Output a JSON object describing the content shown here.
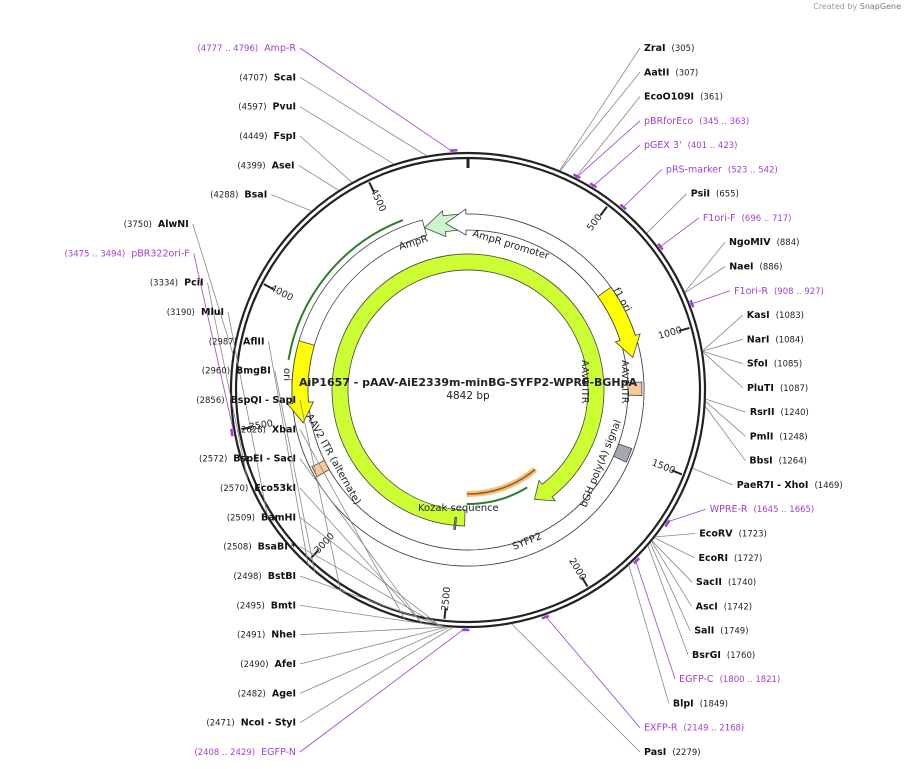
{
  "credit": {
    "prefix": "Created by",
    "brand": "SnapGene"
  },
  "plasmid": {
    "name": "AiP1657 - pAAV-AiE2339m-minBG-SYFP2-WPRE-BGHpA",
    "size": "4842 bp",
    "length": 4842
  },
  "ticks": [
    "500",
    "1000",
    "1500",
    "2000",
    "2500",
    "3000",
    "3500",
    "4000",
    "4500"
  ],
  "features": [
    {
      "name": "AmpR",
      "start": 3780,
      "end": 4640,
      "dir": "ccw",
      "color": "#ccf5cc",
      "type": "arrow"
    },
    {
      "name": "AmpR promoter",
      "start": 4640,
      "end": 4740,
      "dir": "ccw",
      "color": "#ffffff",
      "type": "arrow"
    },
    {
      "name": "f1 ori",
      "start": 730,
      "end": 1060,
      "dir": "cw",
      "color": "#ffff00",
      "type": "arrow"
    },
    {
      "name": "AAV2 ITR",
      "start": 1175,
      "end": 1235,
      "dir": "none",
      "color": "#f9c89b",
      "type": "box"
    },
    {
      "name": "bGH poly(A) signal",
      "start": 1475,
      "end": 1540,
      "dir": "none",
      "color": "#a3a9b0",
      "type": "box"
    },
    {
      "name": "SYFP2",
      "start": 2440,
      "end": 2000,
      "dir": "cw",
      "color": "#ccff33",
      "type": "arrow"
    },
    {
      "name": "ori",
      "start": 3850,
      "end": 3480,
      "dir": "ccw",
      "color": "#ffff00",
      "type": "arrow"
    },
    {
      "name": "AAV2 ITR (alternate)",
      "start": 3230,
      "end": 3280,
      "dir": "none",
      "color": "#f9c89b",
      "type": "box"
    },
    {
      "name": "Kozak sequence",
      "start": 2490,
      "end": 2500,
      "dir": "none",
      "color": "#888888",
      "type": "box"
    }
  ],
  "center_labels": [
    {
      "text": "AAV2 ITR"
    },
    {
      "text": "bGH poly(A) signal"
    },
    {
      "text": "f1 ori"
    },
    {
      "text": "AmpR"
    },
    {
      "text": "AmpR promoter"
    },
    {
      "text": "ori"
    },
    {
      "text": "AAV2 ITR (alternate)"
    },
    {
      "text": "SYFP2"
    },
    {
      "text": "Kozak sequence"
    }
  ],
  "sites": [
    {
      "pos": 4796,
      "label": "Amp-R",
      "coords": "(4777 .. 4796)",
      "kind": "primer"
    },
    {
      "pos": 4707,
      "label": "ScaI",
      "coords": "(4707)",
      "kind": "enzyme"
    },
    {
      "pos": 4597,
      "label": "PvuI",
      "coords": "(4597)",
      "kind": "enzyme"
    },
    {
      "pos": 4449,
      "label": "FspI",
      "coords": "(4449)",
      "kind": "enzyme"
    },
    {
      "pos": 4399,
      "label": "AseI",
      "coords": "(4399)",
      "kind": "enzyme"
    },
    {
      "pos": 4288,
      "label": "BsaI",
      "coords": "(4288)",
      "kind": "enzyme"
    },
    {
      "pos": 3750,
      "label": "AlwNI",
      "coords": "(3750)",
      "kind": "enzyme"
    },
    {
      "pos": 3494,
      "label": "pBR322ori-F",
      "coords": "(3475 .. 3494)",
      "kind": "primer"
    },
    {
      "pos": 3334,
      "label": "PciI",
      "coords": "(3334)",
      "kind": "enzyme"
    },
    {
      "pos": 3190,
      "label": "MluI",
      "coords": "(3190)",
      "kind": "enzyme"
    },
    {
      "pos": 2987,
      "label": "AflII",
      "coords": "(2987)",
      "kind": "enzyme"
    },
    {
      "pos": 2960,
      "label": "BmgBI",
      "coords": "(2960)",
      "kind": "enzyme"
    },
    {
      "pos": 2856,
      "label": "BspQI - SapI",
      "coords": "(2856)",
      "kind": "enzyme"
    },
    {
      "pos": 2628,
      "label": "XbaI",
      "coords": "(2628)",
      "kind": "enzyme"
    },
    {
      "pos": 2572,
      "label": "BspEI - SacI",
      "coords": "(2572)",
      "kind": "enzyme"
    },
    {
      "pos": 2570,
      "label": "Eco53kI",
      "coords": "(2570)",
      "kind": "enzyme"
    },
    {
      "pos": 2509,
      "label": "BamHI",
      "coords": "(2509)",
      "kind": "enzyme"
    },
    {
      "pos": 2508,
      "label": "BsaBI *",
      "coords": "(2508)",
      "kind": "enzyme"
    },
    {
      "pos": 2498,
      "label": "BstBI",
      "coords": "(2498)",
      "kind": "enzyme"
    },
    {
      "pos": 2495,
      "label": "BmtI",
      "coords": "(2495)",
      "kind": "enzyme"
    },
    {
      "pos": 2491,
      "label": "NheI",
      "coords": "(2491)",
      "kind": "enzyme"
    },
    {
      "pos": 2490,
      "label": "AfeI",
      "coords": "(2490)",
      "kind": "enzyme"
    },
    {
      "pos": 2482,
      "label": "AgeI",
      "coords": "(2482)",
      "kind": "enzyme"
    },
    {
      "pos": 2471,
      "label": "NcoI - StyI",
      "coords": "(2471)",
      "kind": "enzyme"
    },
    {
      "pos": 2429,
      "label": "EGFP-N",
      "coords": "(2408 .. 2429)",
      "kind": "primer"
    },
    {
      "pos": 2279,
      "label": "PasI",
      "coords": "(2279)",
      "kind": "enzyme"
    },
    {
      "pos": 2168,
      "label": "EXFP-R",
      "coords": "(2149 .. 2168)",
      "kind": "primer"
    },
    {
      "pos": 1849,
      "label": "BlpI",
      "coords": "(1849)",
      "kind": "enzyme"
    },
    {
      "pos": 1821,
      "label": "EGFP-C",
      "coords": "(1800 .. 1821)",
      "kind": "primer"
    },
    {
      "pos": 1760,
      "label": "BsrGI",
      "coords": "(1760)",
      "kind": "enzyme"
    },
    {
      "pos": 1749,
      "label": "SalI",
      "coords": "(1749)",
      "kind": "enzyme"
    },
    {
      "pos": 1742,
      "label": "AscI",
      "coords": "(1742)",
      "kind": "enzyme"
    },
    {
      "pos": 1740,
      "label": "SacII",
      "coords": "(1740)",
      "kind": "enzyme"
    },
    {
      "pos": 1727,
      "label": "EcoRI",
      "coords": "(1727)",
      "kind": "enzyme"
    },
    {
      "pos": 1723,
      "label": "EcoRV",
      "coords": "(1723)",
      "kind": "enzyme"
    },
    {
      "pos": 1665,
      "label": "WPRE-R",
      "coords": "(1645 .. 1665)",
      "kind": "primer"
    },
    {
      "pos": 1469,
      "label": "PaeR7I - XhoI",
      "coords": "(1469)",
      "kind": "enzyme"
    },
    {
      "pos": 1264,
      "label": "BbsI",
      "coords": "(1264)",
      "kind": "enzyme"
    },
    {
      "pos": 1248,
      "label": "PmlI",
      "coords": "(1248)",
      "kind": "enzyme"
    },
    {
      "pos": 1240,
      "label": "RsrII",
      "coords": "(1240)",
      "kind": "enzyme"
    },
    {
      "pos": 1087,
      "label": "PluTI",
      "coords": "(1087)",
      "kind": "enzyme"
    },
    {
      "pos": 1085,
      "label": "SfoI",
      "coords": "(1085)",
      "kind": "enzyme"
    },
    {
      "pos": 1084,
      "label": "NarI",
      "coords": "(1084)",
      "kind": "enzyme"
    },
    {
      "pos": 1083,
      "label": "KasI",
      "coords": "(1083)",
      "kind": "enzyme"
    },
    {
      "pos": 927,
      "label": "F1ori-R",
      "coords": "(908 .. 927)",
      "kind": "primer"
    },
    {
      "pos": 886,
      "label": "NaeI",
      "coords": "(886)",
      "kind": "enzyme"
    },
    {
      "pos": 884,
      "label": "NgoMIV",
      "coords": "(884)",
      "kind": "enzyme"
    },
    {
      "pos": 717,
      "label": "F1ori-F",
      "coords": "(696 .. 717)",
      "kind": "primer"
    },
    {
      "pos": 655,
      "label": "PsiI",
      "coords": "(655)",
      "kind": "enzyme"
    },
    {
      "pos": 542,
      "label": "pRS-marker",
      "coords": "(523 .. 542)",
      "kind": "primer"
    },
    {
      "pos": 423,
      "label": "pGEX 3'",
      "coords": "(401 .. 423)",
      "kind": "primer"
    },
    {
      "pos": 361,
      "label": "EcoO109I",
      "coords": "(361)",
      "kind": "enzyme"
    },
    {
      "pos": 363,
      "label": "pBRforEco",
      "coords": "(345 .. 363)",
      "kind": "primer"
    },
    {
      "pos": 307,
      "label": "AatII",
      "coords": "(307)",
      "kind": "enzyme"
    },
    {
      "pos": 305,
      "label": "ZraI",
      "coords": "(305)",
      "kind": "enzyme"
    }
  ]
}
